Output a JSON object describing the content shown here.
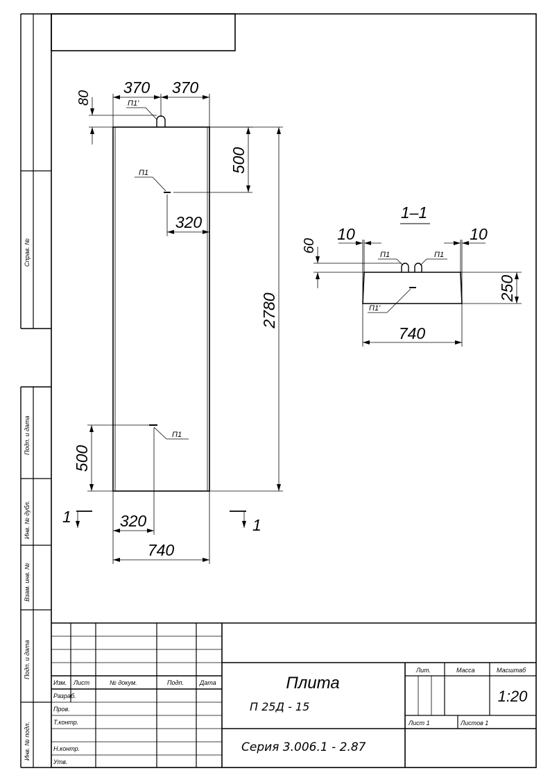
{
  "side_stamps": {
    "sprav": "Справ. №",
    "podp_data_1": "Подп. и дата",
    "inv_dubl": "Инв. № дубл.",
    "vzam_inv": "Взам. инв. №",
    "podp_data_2": "Подп. и дата",
    "inv_podl": "Инв. № подл."
  },
  "plan": {
    "dim_top_left": "370",
    "dim_top_right": "370",
    "dim_80": "80",
    "dim_500_top": "500",
    "dim_320_top": "320",
    "dim_2780": "2780",
    "dim_500_bottom": "500",
    "dim_320_bottom": "320",
    "dim_740": "740",
    "loop_top": "П1'",
    "loop_mid": "П1",
    "loop_bottom": "П1",
    "cut_left": "1",
    "cut_right": "1"
  },
  "section": {
    "title": "1–1",
    "dim_10_left": "10",
    "dim_10_right": "10",
    "dim_60": "60",
    "dim_250": "250",
    "dim_740": "740",
    "loop_left": "П1",
    "loop_right": "П1",
    "loop_bottom": "П1'"
  },
  "title_block": {
    "col_izm": "Изм.",
    "col_list": "Лист",
    "col_dokum": "№ докум.",
    "col_podp": "Подп.",
    "col_data": "Дата",
    "row_razrab": "Разраб.",
    "row_prov": "Пров.",
    "row_tkontr": "Т.контр.",
    "row_nkontr": "Н.контр.",
    "row_utv": "Утв.",
    "name": "Плита",
    "code": "П 25Д - 15",
    "lit": "Лит.",
    "massa": "Масса",
    "masshtab": "Масштаб",
    "scale": "1:20",
    "sheet": "Лист 1",
    "sheets": "Листов 1",
    "series": "Серия 3.006.1 - 2.87"
  }
}
